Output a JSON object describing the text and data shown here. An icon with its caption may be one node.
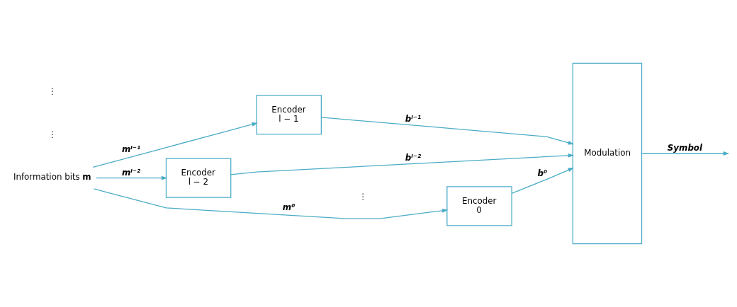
{
  "diagram": {
    "nodes": [
      {
        "text": [
          "Information bits **m**"
        ]
      },
      {
        "text": [
          "Encoder",
          "l − 1"
        ]
      },
      {
        "text": [
          "Encoder",
          "l − 2"
        ]
      },
      {
        "text": [
          "Encoder",
          "0"
        ]
      },
      {
        "text": [
          "Modulation"
        ]
      }
    ],
    "edges": [
      {
        "from": 0,
        "to": 1,
        "arrow": "to",
        "label": "mˡ⁻¹"
      },
      {
        "from": 0,
        "to": 2,
        "arrow": "to",
        "label": "mˡ⁻²"
      },
      {
        "from": 0,
        "to": 3,
        "arrow": "to",
        "label": "m⁰"
      },
      {
        "from": 1,
        "to": 4,
        "arrow": "to",
        "label": "bˡ⁻¹"
      },
      {
        "from": 2,
        "to": 4,
        "arrow": "to",
        "label": "bˡ⁻²"
      },
      {
        "from": 3,
        "to": 4,
        "arrow": "to",
        "label": "b⁰"
      },
      {
        "from": 4,
        "to": null,
        "arrow": "to",
        "label": "Symbol"
      }
    ],
    "labels": [
      "⋮",
      "⋮",
      "⋮"
    ]
  }
}
